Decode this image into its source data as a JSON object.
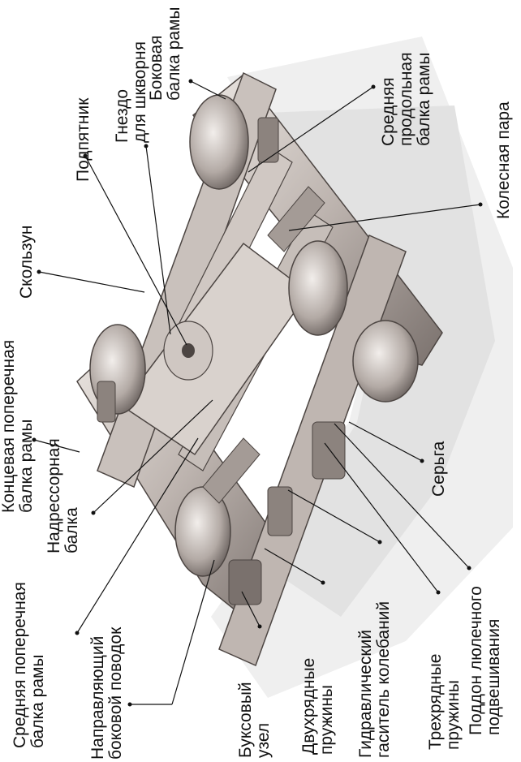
{
  "labels": {
    "bokovaya_balka": "Боковая\nбалка рамы",
    "gnezdo": "Гнездо\nдля шкворня",
    "srednyaya_prodolnaya": "Средняя\nпродольная\nбалка рамы",
    "kolesnaya_para": "Колесная пара",
    "podpyatnik": "Подпятник",
    "skolzun": "Скользун",
    "kontsevaya": "Концевая поперечная\nбалка рамы",
    "nadressornaya": "Надрессорная\nбалка",
    "srednyaya_poperechnaya": "Средняя поперечная\nбалка рамы",
    "napravlyayushchiy": "Направляющий\nбоковой поводок",
    "buksovyy": "Буксовый\nузел",
    "dvukhryadnye": "Двухрядные\nпружины",
    "gidravlicheskiy": "Гидравлический\nгаситель колебаний",
    "trekhryadnye": "Трехрядные\nпружины",
    "poddon": "Поддон люлечного\nподвешивания",
    "serga": "Серьга"
  },
  "colors": {
    "metal_light": "#d6d0cc",
    "metal_mid": "#a49b96",
    "metal_dark": "#4c4542",
    "shadow": "#e6e6e6",
    "leader": "#111111"
  }
}
